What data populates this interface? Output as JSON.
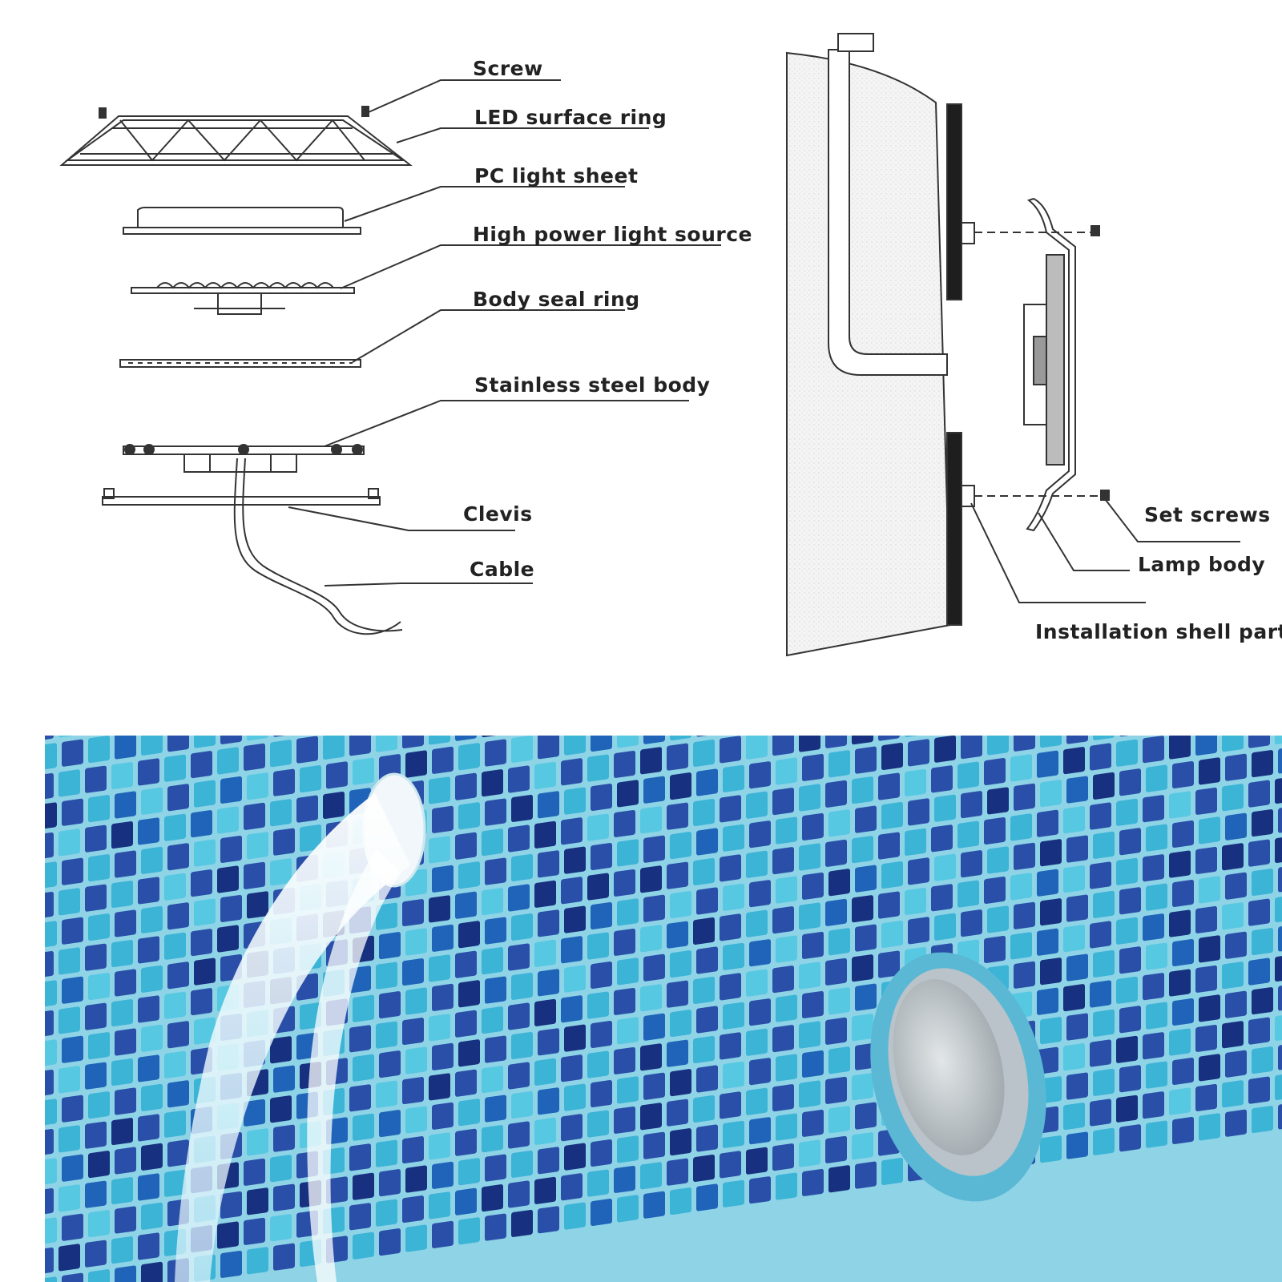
{
  "exploded_view": {
    "labels": [
      "Screw",
      "LED surface ring",
      "PC light sheet",
      "High power light source",
      "Body seal ring",
      "Stainless steel body",
      "Clevis",
      "Cable"
    ]
  },
  "installation_view": {
    "labels": [
      "Set screws",
      "Lamp body",
      "Installation shell parts"
    ]
  },
  "photo": {
    "tile_colors": [
      "#2a4fa8",
      "#17307f",
      "#3bb4d6",
      "#56c8e2",
      "#1f64b8"
    ],
    "grout_color": "#8fd3e6",
    "lamp_ring_color": "#5ab8d4",
    "lamp_rim_color": "#b9c3c9",
    "lamp_lens_color": "#c9cfd3"
  }
}
